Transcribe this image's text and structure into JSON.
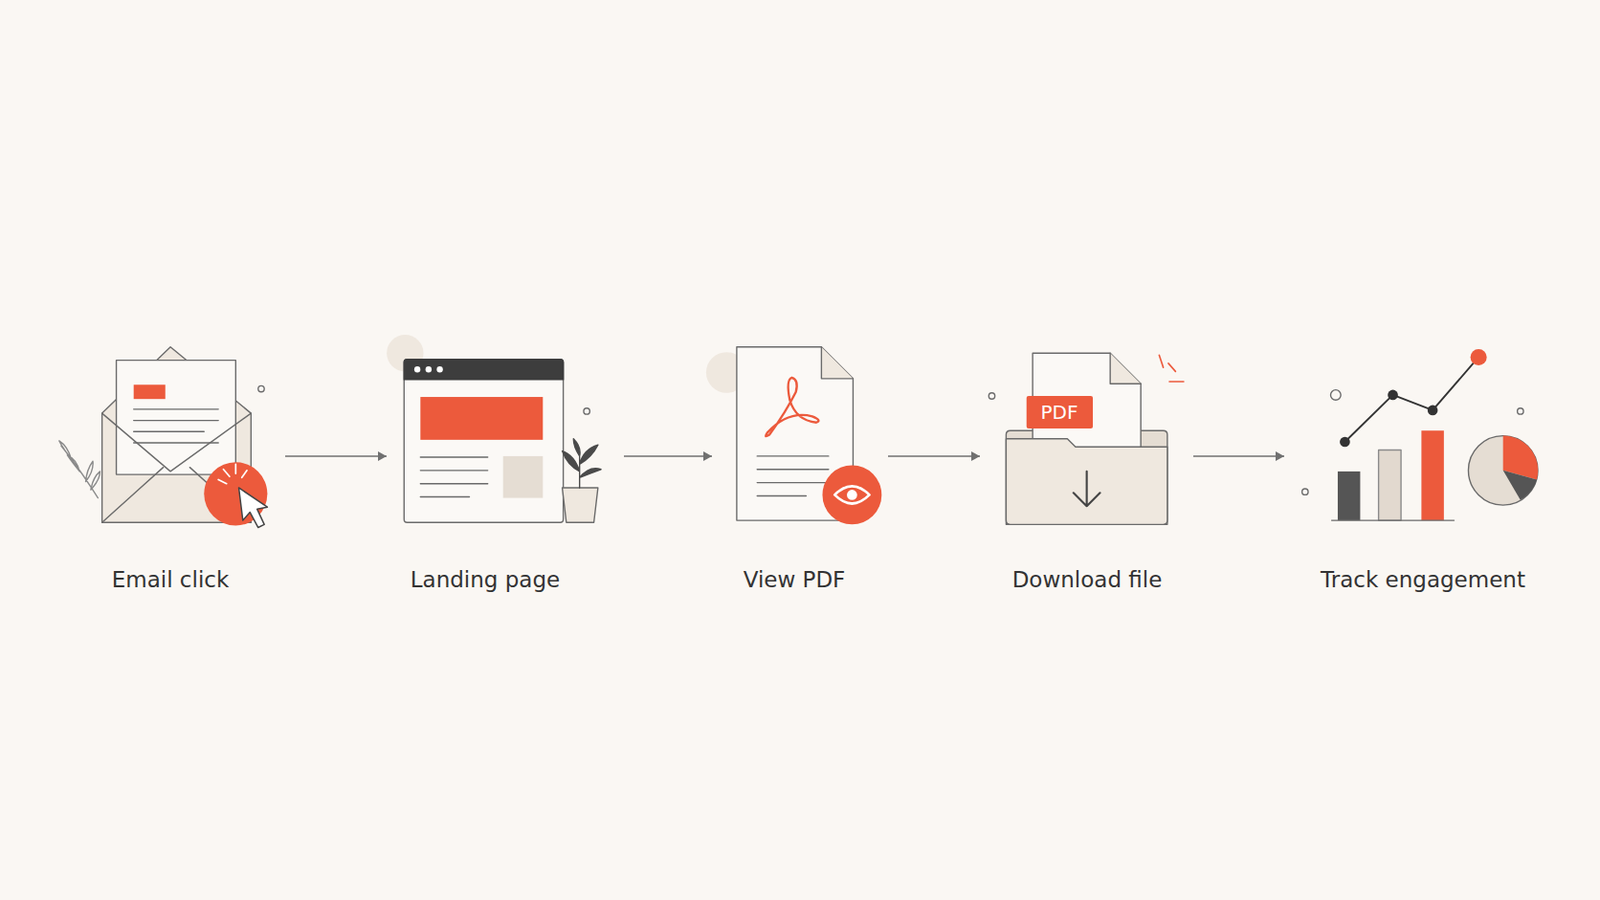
{
  "diagram": {
    "nodes": [
      {
        "text": [
          "Email click"
        ]
      },
      {
        "text": [
          "Landing page"
        ]
      },
      {
        "text": [
          "View PDF"
        ]
      },
      {
        "text": [
          "Download file"
        ]
      },
      {
        "text": [
          "Track engagement"
        ]
      }
    ],
    "edges": [
      {
        "from": 0,
        "to": 1,
        "arrow": "to"
      },
      {
        "from": 1,
        "to": 2,
        "arrow": "to"
      },
      {
        "from": 2,
        "to": 3,
        "arrow": "to"
      },
      {
        "from": 3,
        "to": 4,
        "arrow": "to"
      }
    ],
    "labels": [
      "PDF"
    ]
  }
}
